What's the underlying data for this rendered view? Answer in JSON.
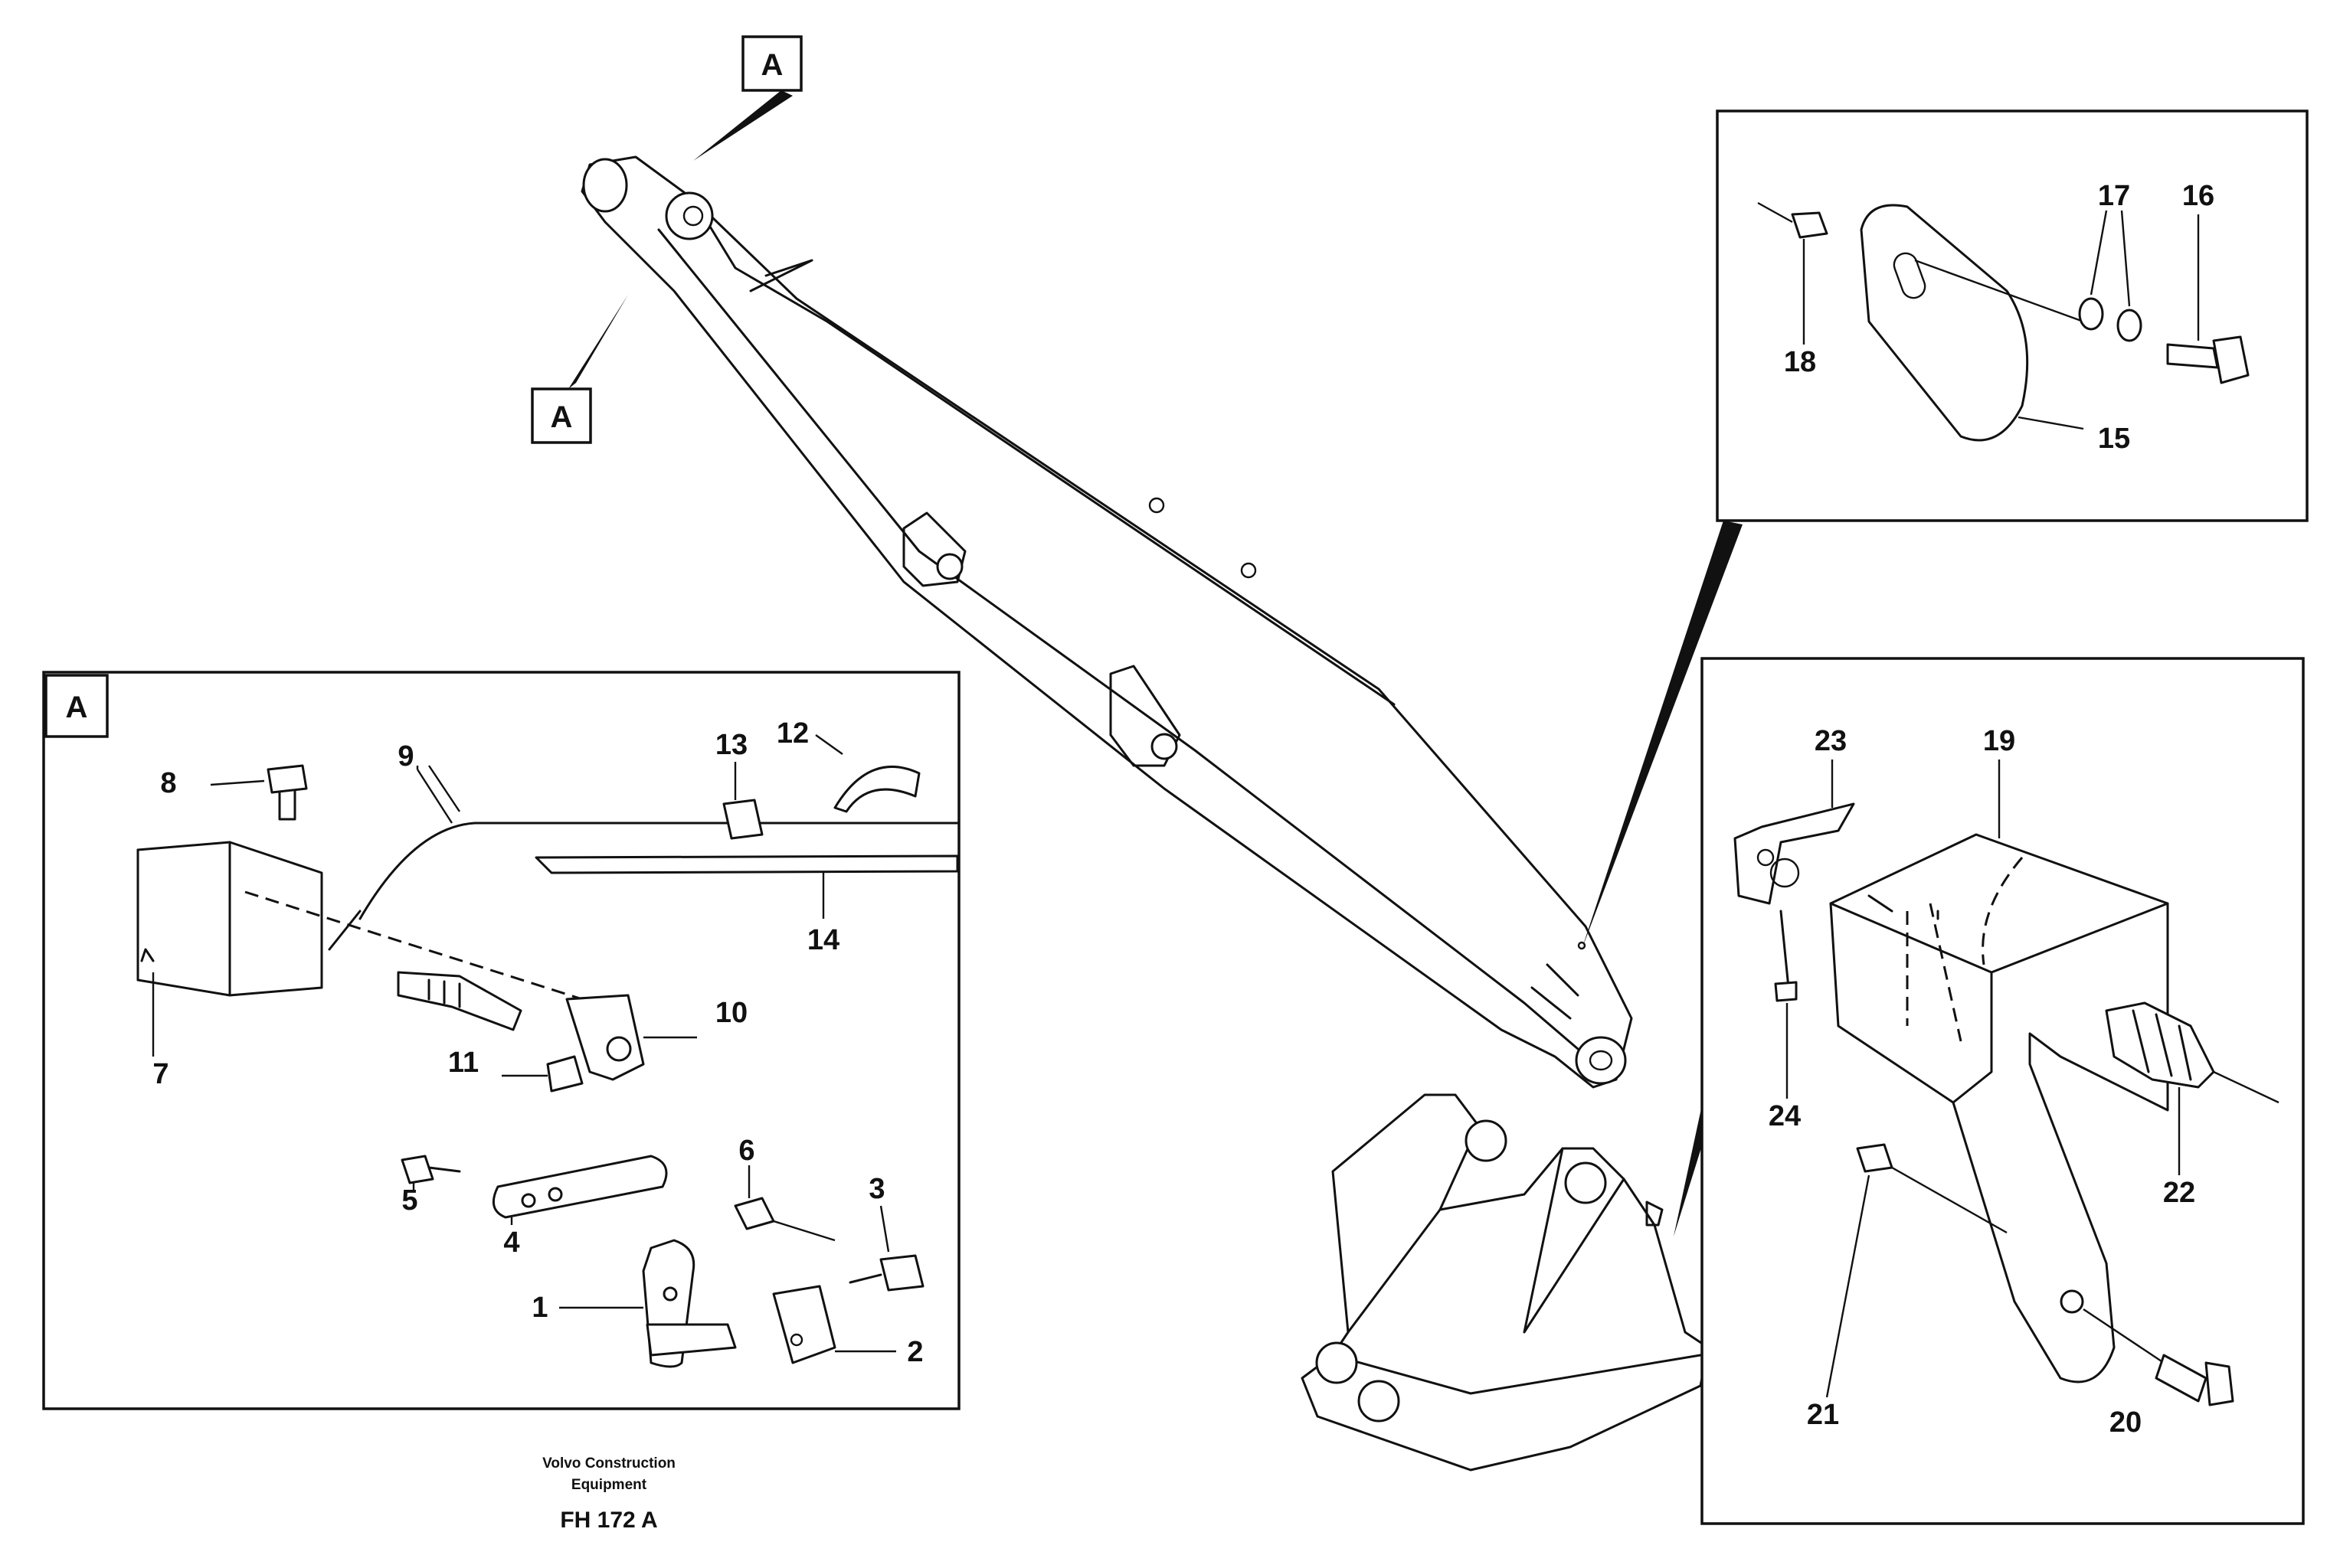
{
  "view_marker": "A",
  "detail_a": {
    "tag": "A",
    "labels": {
      "l1": "1",
      "l2": "2",
      "l3": "3",
      "l4": "4",
      "l5": "5",
      "l6": "6",
      "l7": "7",
      "l8": "8",
      "l9": "9",
      "l10": "10",
      "l11": "11",
      "l12": "12",
      "l13": "13",
      "l14": "14"
    }
  },
  "detail_top": {
    "labels": {
      "l15": "15",
      "l16": "16",
      "l17": "17",
      "l18": "18"
    }
  },
  "detail_bottom": {
    "labels": {
      "l19": "19",
      "l20": "20",
      "l21": "21",
      "l22": "22",
      "l23": "23",
      "l24": "24"
    }
  },
  "footer": {
    "credit_line1": "Volvo Construction",
    "credit_line2": "Equipment",
    "figure_id": "FH 172 A"
  }
}
